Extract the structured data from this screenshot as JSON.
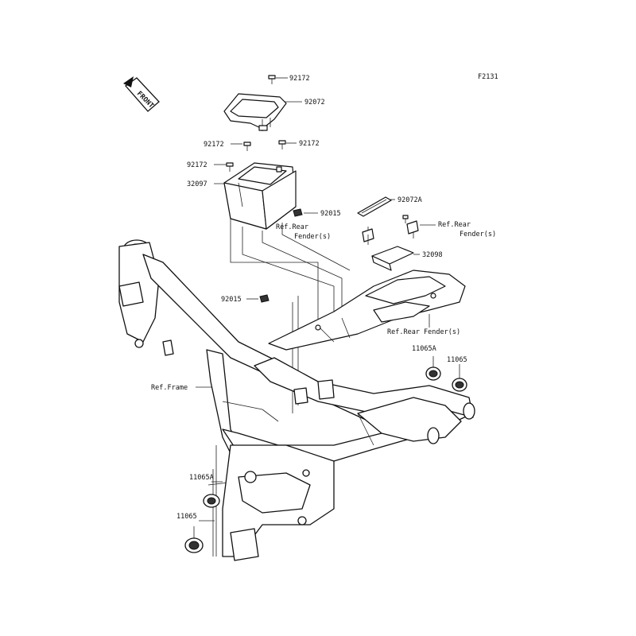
{
  "figure_code": "F2131",
  "front_marker": {
    "label": "FRONT",
    "icon": "front-arrow-icon"
  },
  "callouts": {
    "p92172_top": "92172",
    "p92072": "92072",
    "p92172_mid_left": "92172",
    "p92172_mid_right": "92172",
    "p92172_left": "92172",
    "p32097": "32097",
    "p92015_upper": "92015",
    "p92072A": "92072A",
    "ref_rear_fender_left_1": "Ref.Rear",
    "ref_rear_fender_left_2": "Fender(s)",
    "ref_rear_fender_right_1": "Ref.Rear",
    "ref_rear_fender_right_2": "Fender(s)",
    "p32098": "32098",
    "p92015_lower": "92015",
    "ref_rear_fender_bottom": "Ref.Rear Fender(s)",
    "p11065A_right": "11065A",
    "p11065_right": "11065",
    "ref_frame": "Ref.Frame",
    "p11065A_left": "11065A",
    "p11065_left": "11065"
  }
}
